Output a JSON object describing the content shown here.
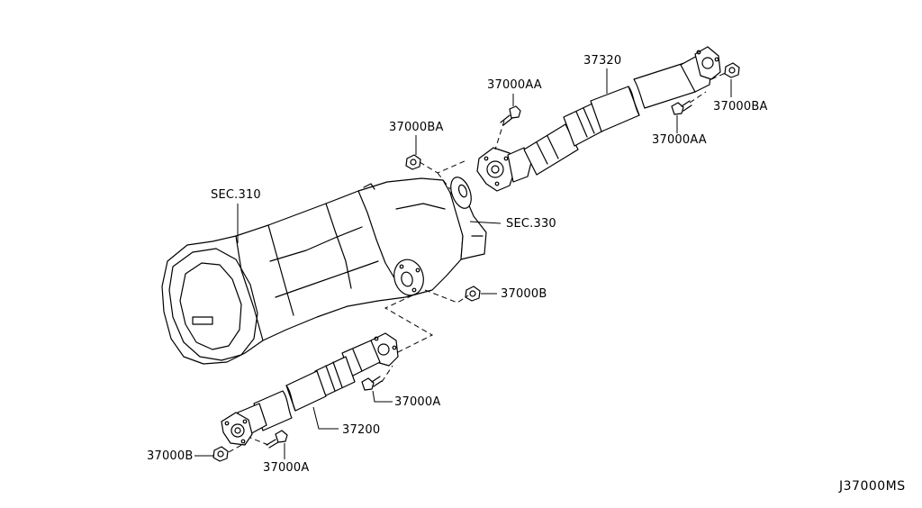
{
  "labels": {
    "p37320": "37320",
    "p37000AA_top": "37000AA",
    "p37000BA_left": "37000BA",
    "p37000BA_right": "37000BA",
    "p37000AA_right": "37000AA",
    "sec310": "SEC.310",
    "sec330": "SEC.330",
    "p37000B_mid": "37000B",
    "p37000A_mid": "37000A",
    "p37200": "37200",
    "p37000B_bottom": "37000B",
    "p37000A_bottom": "37000A"
  },
  "diagram_code": "J37000MS"
}
